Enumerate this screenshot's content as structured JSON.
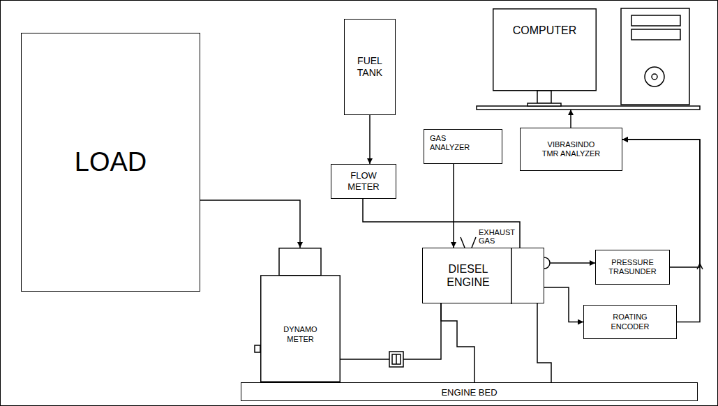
{
  "diagram": {
    "nodes": [
      {
        "text": [
          "LOAD"
        ]
      },
      {
        "text": [
          "FUEL TANK"
        ]
      },
      {
        "text": [
          "COMPUTER"
        ]
      },
      {
        "text": [
          "VIBRASINDO TMR ANALYZER"
        ]
      },
      {
        "text": [
          "GAS ANALYZER"
        ]
      },
      {
        "text": [
          "FLOW METER"
        ]
      },
      {
        "text": [
          "DIESEL ENGINE"
        ]
      },
      {
        "text": [
          "PRESSURE TRASUNDER"
        ]
      },
      {
        "text": [
          "DYNAMO METER"
        ]
      },
      {
        "text": [
          "ROATING ENCODER"
        ]
      },
      {
        "text": [
          "ENGINE BED"
        ]
      }
    ],
    "edges": [
      {
        "from": 0,
        "to": 8,
        "arrow": "to"
      },
      {
        "from": 1,
        "to": 5,
        "arrow": "to"
      },
      {
        "from": 5,
        "to": 6,
        "arrow": "none"
      },
      {
        "from": 4,
        "to": 6,
        "arrow": "to"
      },
      {
        "from": 6,
        "to": 7,
        "arrow": "to"
      },
      {
        "from": 6,
        "to": 9,
        "arrow": "to"
      },
      {
        "from": 7,
        "to": 3,
        "arrow": "to"
      },
      {
        "from": 9,
        "to": 3,
        "arrow": "to"
      },
      {
        "from": 3,
        "to": 2,
        "arrow": "to"
      },
      {
        "from": 8,
        "to": 6,
        "arrow": "none"
      }
    ],
    "labels": [
      "EXHAUST GAS"
    ]
  }
}
